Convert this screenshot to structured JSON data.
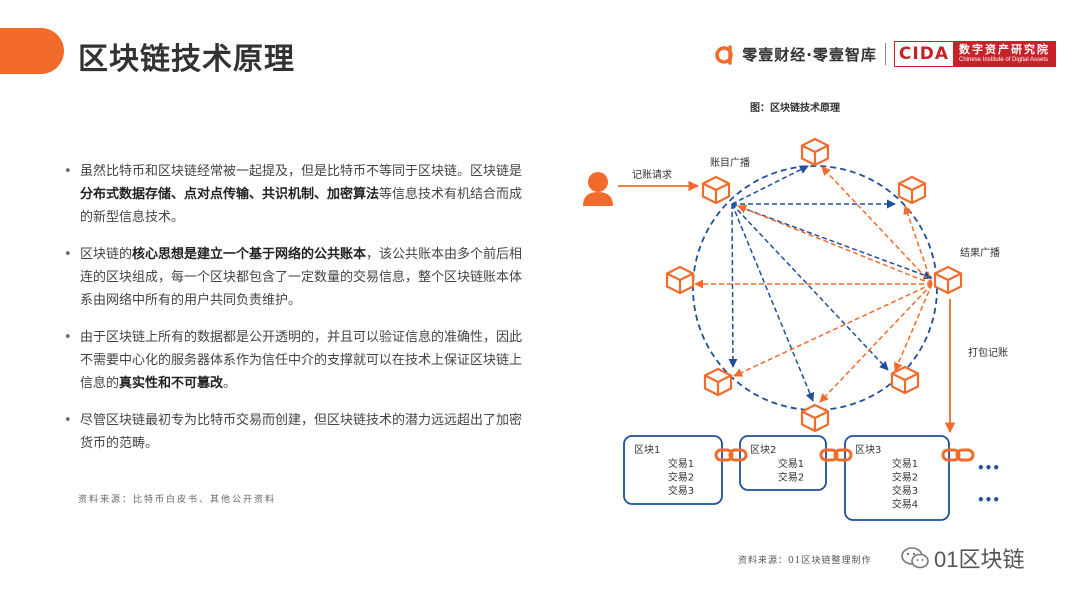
{
  "header": {
    "title": "区块链技术原理",
    "brand_name": "零壹财经·零壹智库",
    "cida_mark": "CIDA",
    "cida_cn": "数字资产研究院",
    "cida_en": "Chinese Institute of Digital Assets"
  },
  "bullets": [
    {
      "parts": [
        {
          "text": "虽然比特币和区块链经常被一起提及，但是比特币不等同于区块链。区块链是",
          "bold": false
        },
        {
          "text": "分布式数据存储、点对点传输、共识机制、加密算法",
          "bold": true
        },
        {
          "text": "等信息技术有机结合而成的新型信息技术。",
          "bold": false
        }
      ]
    },
    {
      "parts": [
        {
          "text": "区块链的",
          "bold": false
        },
        {
          "text": "核心思想是建立一个基于网络的公共账本",
          "bold": true
        },
        {
          "text": "，该公共账本由多个前后相连的区块组成，每一个区块都包含了一定数量的交易信息，整个区块链账本体系由网络中所有的用户共同负责维护。",
          "bold": false
        }
      ]
    },
    {
      "parts": [
        {
          "text": "由于区块链上所有的数据都是公开透明的，并且可以验证信息的准确性，因此不需要中心化的服务器体系作为信任中介的支撑就可以在技术上保证区块链上信息的",
          "bold": false
        },
        {
          "text": "真实性和不可篡改",
          "bold": true
        },
        {
          "text": "。",
          "bold": false
        }
      ]
    },
    {
      "parts": [
        {
          "text": "尽管区块链最初专为比特币交易而创建，但区块链技术的潜力远远超出了加密货币的范畴。",
          "bold": false
        }
      ]
    }
  ],
  "source_left": "资料来源：比特币白皮书、其他公开资料",
  "diagram": {
    "title": "图：区块链技术原理",
    "label_request": "记账请求",
    "label_ledger_broadcast": "账目广播",
    "label_result_broadcast": "结果广播",
    "label_pack": "打包记账",
    "blocks": [
      {
        "name": "区块1",
        "txs": [
          "交易1",
          "交易2",
          "交易3"
        ]
      },
      {
        "name": "区块2",
        "txs": [
          "交易1",
          "交易2"
        ]
      },
      {
        "name": "区块3",
        "txs": [
          "交易1",
          "交易2",
          "交易3",
          "交易4"
        ]
      }
    ],
    "ellipsis": "•••",
    "colors": {
      "blue": "#1f4e9c",
      "orange": "#f26b2a"
    }
  },
  "source_right": "资料来源：01区块链整理制作",
  "watermark": "01区块链"
}
